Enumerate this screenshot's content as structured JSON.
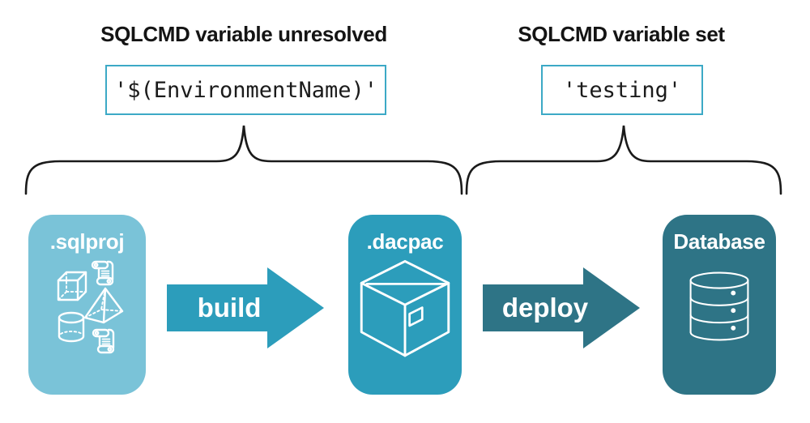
{
  "annotations": [
    {
      "heading": "SQLCMD variable unresolved",
      "code": "'$(EnvironmentName)'"
    },
    {
      "heading": "SQLCMD variable set",
      "code": "'testing'"
    }
  ],
  "nodes": [
    {
      "label": ".sqlproj",
      "icon": "sql-objects-icon",
      "color": "#7AC3D8"
    },
    {
      "label": ".dacpac",
      "icon": "package-box-icon",
      "color": "#2C9DBB"
    },
    {
      "label": "Database",
      "icon": "database-cylinder-icon",
      "color": "#2E7486"
    }
  ],
  "arrows": [
    {
      "label": "build",
      "color": "#2C9DBB"
    },
    {
      "label": "deploy",
      "color": "#2E7486"
    }
  ],
  "colors": {
    "code_box_border": "#3CA9C6",
    "heading_text": "#141414",
    "code_text": "#1b1b1b",
    "brace": "#1a1a1a",
    "icon_stroke": "#ffffff",
    "background": "#ffffff"
  }
}
